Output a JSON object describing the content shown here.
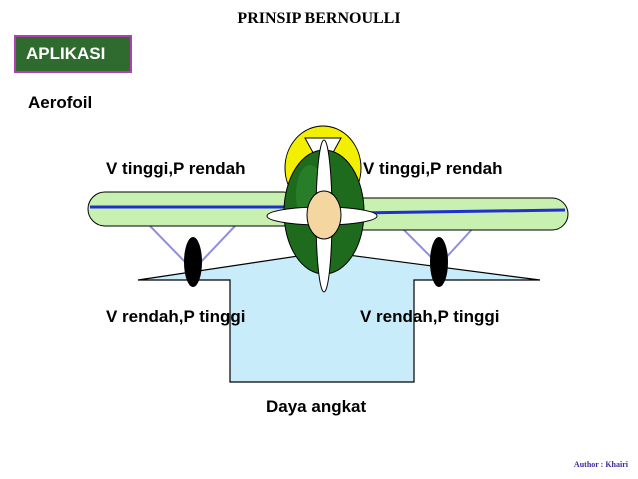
{
  "header": {
    "title": "PRINSIP BERNOULLI"
  },
  "badge": {
    "label": "APLIKASI"
  },
  "subtitle": "Aerofoil",
  "labels": {
    "top_left": "V tinggi,P rendah",
    "top_right": "V tinggi,P rendah",
    "bottom_left": "V rendah,P tinggi",
    "bottom_right": "V rendah,P tinggi",
    "lift": "Daya angkat"
  },
  "footer": {
    "author": "Author : Khairi"
  },
  "colors": {
    "wing_fill": "#c8f0b0",
    "wing_line": "#1f2fd0",
    "fuselage": "#1e6b1e",
    "tail": "#f2f000",
    "propeller_hub": "#f3d6a0",
    "lift_arrow": "#c9ecfb",
    "wheel": "#000000",
    "strut": "#8f8fe0"
  }
}
